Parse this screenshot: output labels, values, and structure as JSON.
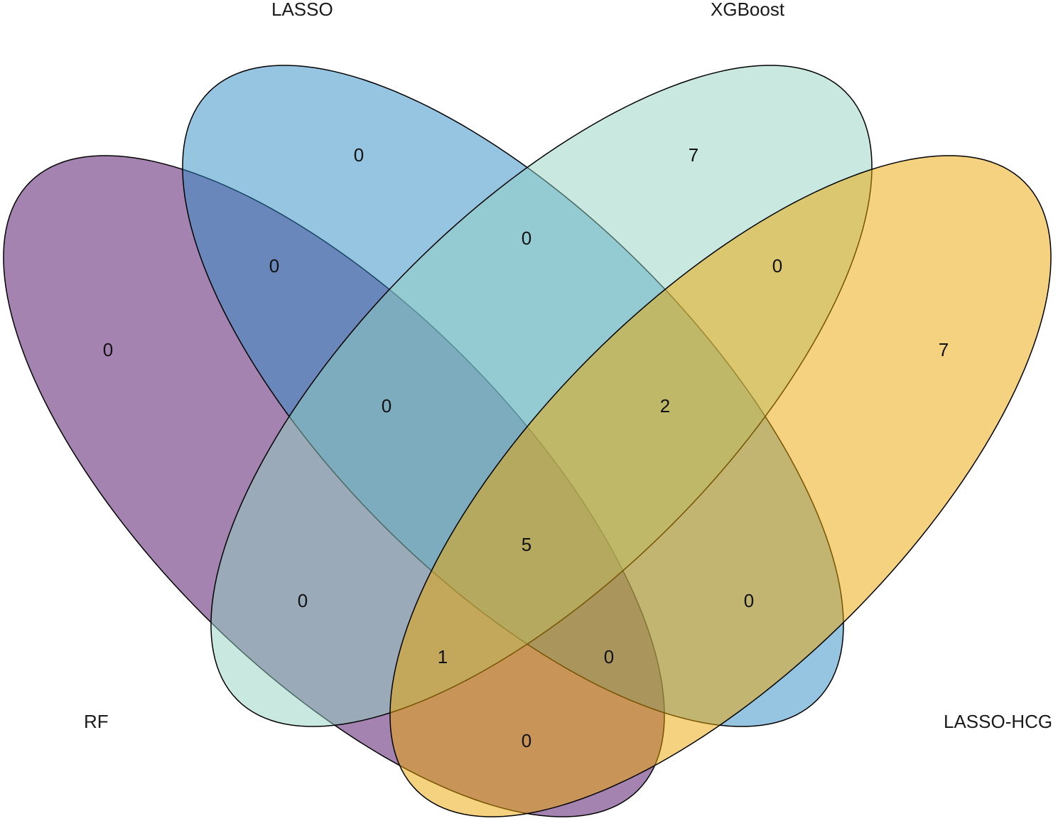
{
  "chart_data": {
    "type": "venn",
    "sets": [
      {
        "name": "RF",
        "color": "#4B0761"
      },
      {
        "name": "LASSO",
        "color": "#2D8BC5"
      },
      {
        "name": "XGBoost",
        "color": "#91D1C1"
      },
      {
        "name": "LASSO-HCG",
        "color": "#EBA500"
      }
    ],
    "regions": [
      {
        "sets": [
          "RF"
        ],
        "count": "0"
      },
      {
        "sets": [
          "LASSO"
        ],
        "count": "0"
      },
      {
        "sets": [
          "XGBoost"
        ],
        "count": "7"
      },
      {
        "sets": [
          "LASSO-HCG"
        ],
        "count": "7"
      },
      {
        "sets": [
          "RF",
          "LASSO"
        ],
        "count": "0"
      },
      {
        "sets": [
          "LASSO",
          "XGBoost"
        ],
        "count": "0"
      },
      {
        "sets": [
          "XGBoost",
          "LASSO-HCG"
        ],
        "count": "0"
      },
      {
        "sets": [
          "RF",
          "XGBoost"
        ],
        "count": "0"
      },
      {
        "sets": [
          "LASSO",
          "LASSO-HCG"
        ],
        "count": "0"
      },
      {
        "sets": [
          "RF",
          "LASSO",
          "XGBoost"
        ],
        "count": "0"
      },
      {
        "sets": [
          "LASSO",
          "XGBoost",
          "LASSO-HCG"
        ],
        "count": "2"
      },
      {
        "sets": [
          "RF",
          "LASSO",
          "XGBoost",
          "LASSO-HCG"
        ],
        "count": "5"
      },
      {
        "sets": [
          "RF",
          "XGBoost",
          "LASSO-HCG"
        ],
        "count": "1"
      },
      {
        "sets": [
          "RF",
          "LASSO",
          "LASSO-HCG"
        ],
        "count": "0"
      },
      {
        "sets": [
          "RF",
          "LASSO-HCG"
        ],
        "count": "0"
      }
    ]
  }
}
